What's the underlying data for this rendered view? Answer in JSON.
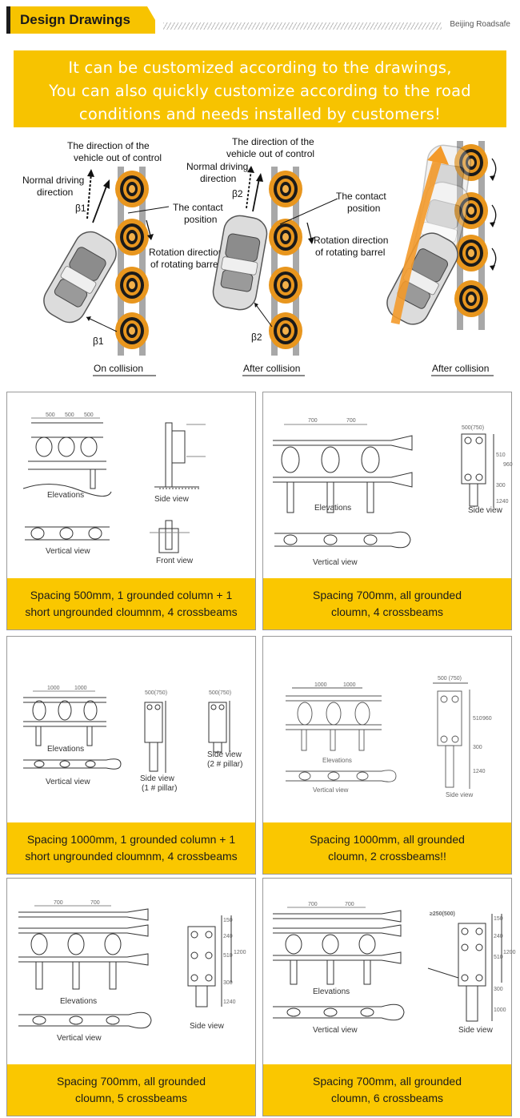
{
  "header": {
    "title": "Design Drawings",
    "brand": "Beijing Roadsafe"
  },
  "banner": {
    "lines": [
      "It can be customized according to the drawings,",
      "You can also quickly customize according to the road",
      "conditions and needs installed by customers!"
    ]
  },
  "collision": {
    "labels": {
      "direction_out_of_control": [
        "The direction of the",
        "vehicle out of control"
      ],
      "normal_driving": [
        "Normal driving",
        "direction"
      ],
      "contact_position": [
        "The contact",
        "position"
      ],
      "rotation_direction": [
        "Rotation direction",
        "of rotating barrel"
      ],
      "beta1": "β1",
      "beta2": "β2"
    },
    "captions": [
      "On collision",
      "After collision",
      "After collision"
    ]
  },
  "panels": [
    {
      "labels": [
        "Elevations",
        "Side view",
        "Vertical view",
        "Front view"
      ],
      "dims": [
        "500",
        "500",
        "500"
      ],
      "caption": [
        "Spacing 500mm, 1 grounded column + 1",
        "short ungrounded cloumnm, 4 crossbeams"
      ]
    },
    {
      "labels": [
        "Elevations",
        "Side view",
        "Vertical view"
      ],
      "dims": [
        "700",
        "700",
        "500(750)",
        "510",
        "960",
        "300",
        "1240"
      ],
      "caption": [
        "Spacing 700mm, all grounded",
        "cloumn, 4 crossbeams"
      ]
    },
    {
      "labels": [
        "Elevations",
        "Side view",
        "(1 # pillar)",
        "Side view",
        "(2 # pillar)",
        "Vertical view"
      ],
      "dims": [
        "1000",
        "1000",
        "500(750)",
        "500(750)"
      ],
      "caption": [
        "Spacing 1000mm, 1 grounded column + 1",
        "short ungrounded cloumnm, 4 crossbeams"
      ]
    },
    {
      "labels": [
        "Elevations",
        "Vertical view",
        "Side view"
      ],
      "dims": [
        "1000",
        "1000",
        "500 (750)",
        "510",
        "960",
        "300",
        "1240"
      ],
      "caption": [
        "Spacing 1000mm, all grounded",
        "cloumn, 2 crossbeams!!"
      ]
    },
    {
      "labels": [
        "Elevations",
        "Vertical view",
        "Side view"
      ],
      "dims": [
        "700",
        "700",
        "150",
        "240",
        "510",
        "1200",
        "300",
        "1240"
      ],
      "caption": [
        "Spacing 700mm, all grounded",
        "cloumn, 5 crossbeams"
      ]
    },
    {
      "labels": [
        "Elevations",
        "Vertical view",
        "Side view"
      ],
      "dims": [
        "700",
        "700",
        "≥250(500)",
        "150",
        "240",
        "510",
        "1200",
        "300",
        "1000"
      ],
      "caption": [
        "Spacing 700mm, all grounded",
        "cloumn, 6 crossbeams"
      ]
    }
  ],
  "colors": {
    "accent": "#f7c300",
    "barrel": "#e8961e",
    "barrel_dark": "#1a1a1a",
    "rail": "#a8a8a8"
  }
}
